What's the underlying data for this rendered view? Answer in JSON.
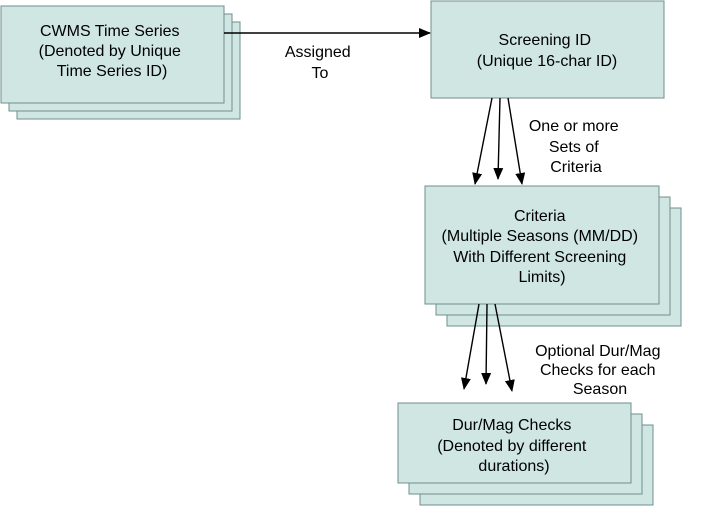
{
  "nodes": {
    "time_series": {
      "lines": [
        "CWMS Time Series",
        "(Denoted by Unique",
        "Time Series ID)"
      ]
    },
    "screening_id": {
      "lines": [
        "Screening ID",
        "(Unique 16-char ID)"
      ]
    },
    "criteria": {
      "lines": [
        "Criteria",
        "(Multiple Seasons (MM/DD)",
        "With Different Screening",
        "Limits)"
      ]
    },
    "dur_mag": {
      "lines": [
        "Dur/Mag Checks",
        "(Denoted by different",
        "durations)"
      ]
    }
  },
  "edges": {
    "assigned_to": {
      "lines": [
        "Assigned",
        "To"
      ]
    },
    "criteria_sets": {
      "lines": [
        "One or more",
        "Sets of",
        "Criteria"
      ]
    },
    "optional_checks": {
      "lines": [
        "Optional Dur/Mag",
        "Checks for each",
        "Season"
      ]
    }
  }
}
